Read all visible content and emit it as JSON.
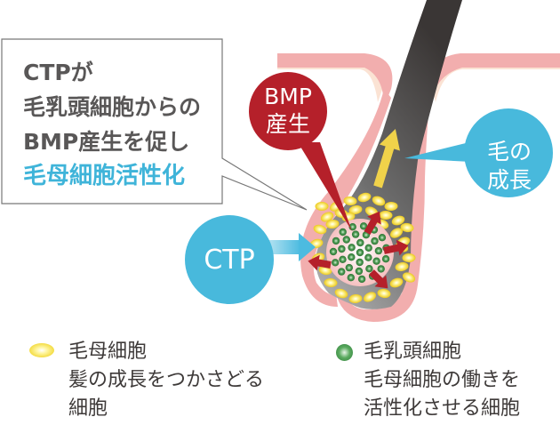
{
  "callout": {
    "lines": [
      "CTPが",
      "毛乳頭細胞からの",
      "BMP産生を促し"
    ],
    "highlight": "毛母細胞活性化"
  },
  "bubbles": {
    "bmp": [
      "BMP",
      "産生"
    ],
    "hair_growth": [
      "毛の",
      "成長"
    ],
    "ctp": "CTP"
  },
  "legend": {
    "hair_matrix_cell": {
      "title": "毛母細胞",
      "description": [
        "髪の成長をつかさどる",
        "細胞"
      ],
      "marker": "yellow-ellipse"
    },
    "dermal_papilla_cell": {
      "title": "毛乳頭細胞",
      "description": [
        "毛母細胞の働きを",
        "活性化させる細胞"
      ],
      "marker": "green-circle"
    }
  },
  "colors": {
    "callout_text": "#595757",
    "accent_blue": "#3fb4d9",
    "bmp_red": "#b5202a",
    "skin_pink": "#f2aeae",
    "skin_light": "#fbe3d4",
    "hair_dark": "#3e3a39",
    "matrix_yellow": "#f4dc3f",
    "papilla_green": "#3d8a45",
    "growth_arrow": "#f0d24a"
  }
}
